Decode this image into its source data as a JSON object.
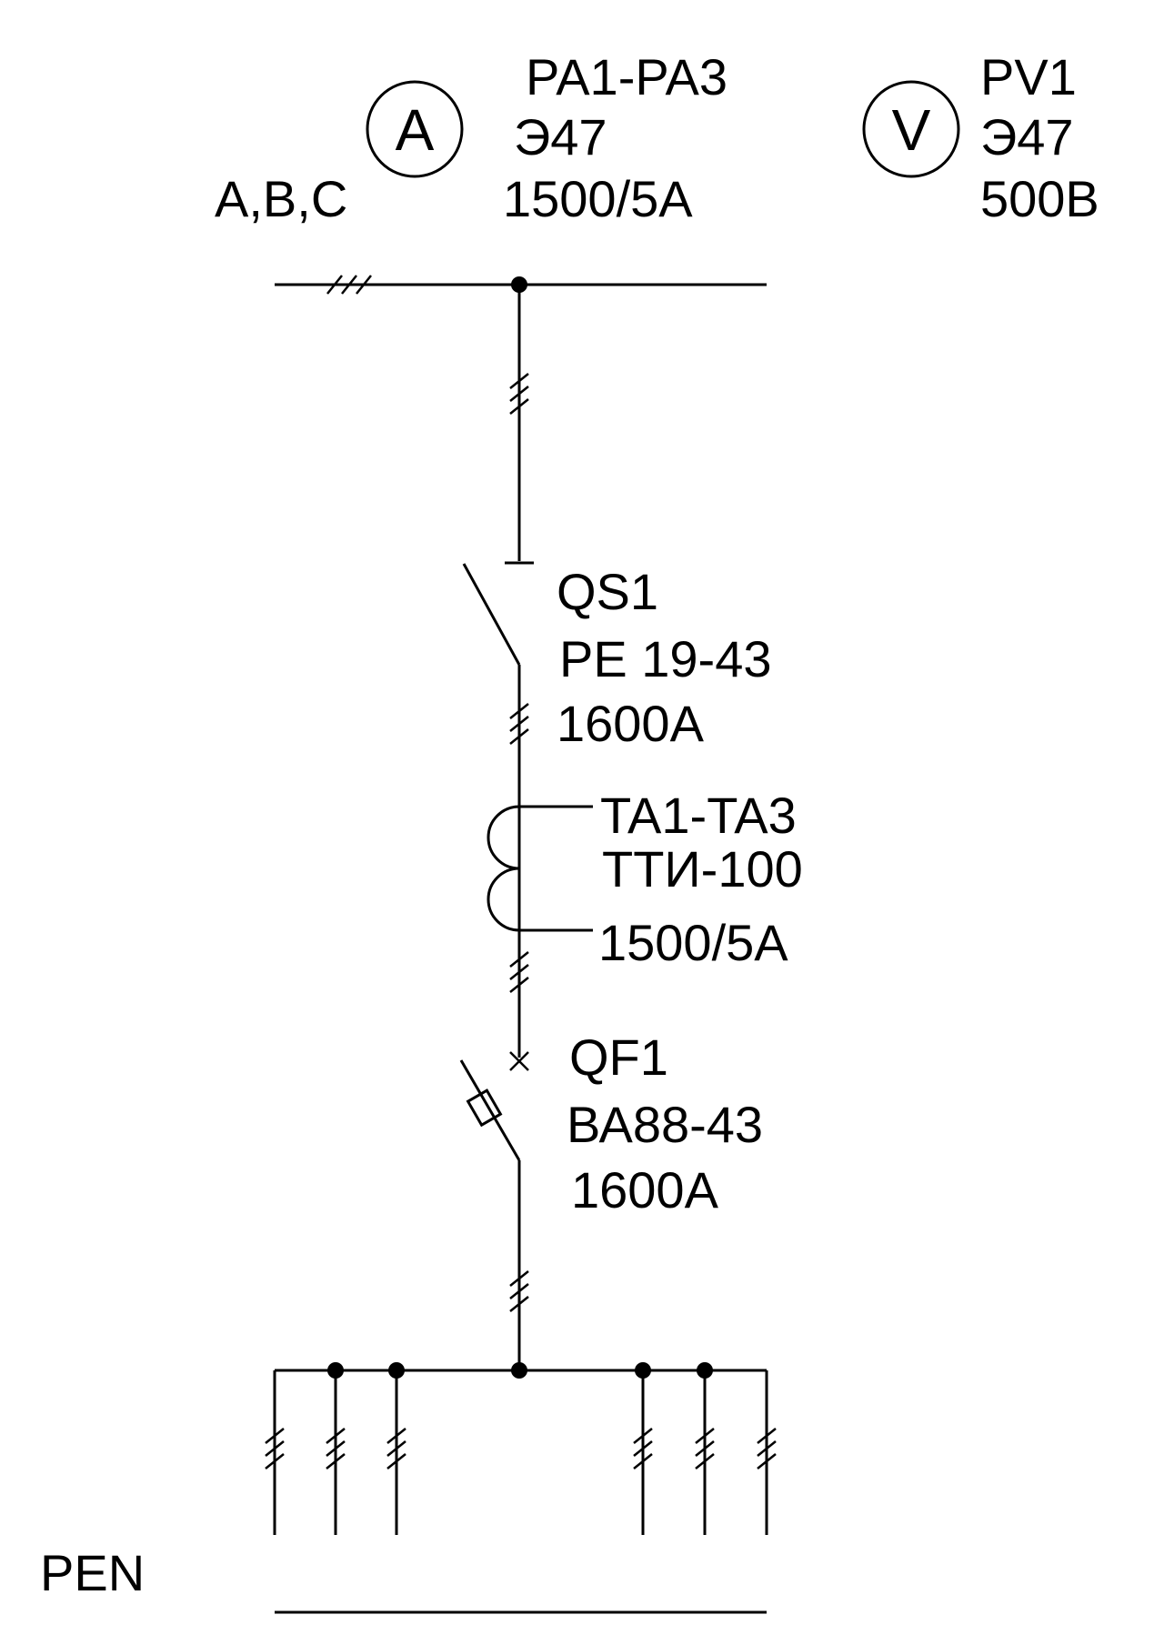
{
  "header": {
    "phases": "A,B,C"
  },
  "ammeter": {
    "symbol": "A",
    "ref": "PA1-PA3",
    "type": "Э47",
    "rating": "1500/5А"
  },
  "voltmeter": {
    "symbol": "V",
    "ref": "PV1",
    "type": "Э47",
    "rating": "500В"
  },
  "disconnector": {
    "ref": "QS1",
    "type": "РЕ 19-43",
    "rating": "1600А"
  },
  "current_transformer": {
    "ref": "TA1-TA3",
    "type": "ТТИ-100",
    "rating": "1500/5А"
  },
  "breaker": {
    "ref": "QF1",
    "type": "ВА88-43",
    "rating": "1600А"
  },
  "bus": {
    "pen_label": "PEN"
  },
  "colors": {
    "ink": "#000000",
    "background": "#ffffff"
  }
}
